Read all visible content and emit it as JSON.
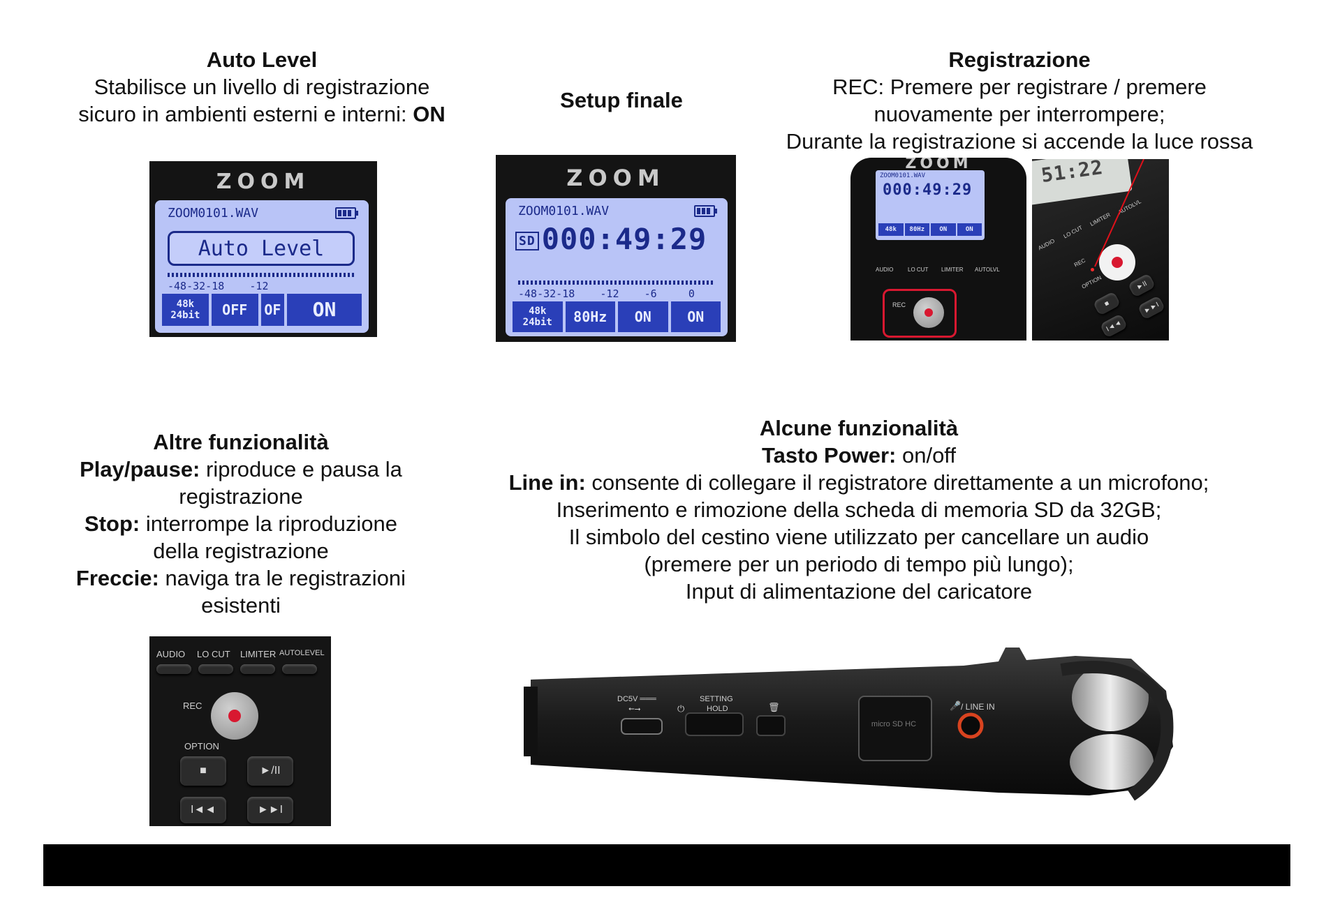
{
  "auto_level": {
    "title": "Auto Level",
    "line1": "Stabilisce un livello di registrazione",
    "line2_prefix": "sicuro in ambienti esterni e interni: ",
    "line2_bold": "ON"
  },
  "setup": {
    "title": "Setup finale"
  },
  "registrazione": {
    "title": "Registrazione",
    "line1": "REC: Premere per registrare / premere",
    "line2": "nuovamente per interrompere;",
    "line3": "Durante la registrazione si accende la luce rossa"
  },
  "altre": {
    "title": "Altre funzionalità",
    "play_label": "Play/pause:",
    "play_text": " riproduce e pausa la",
    "play_text2": "registrazione",
    "stop_label": "Stop:",
    "stop_text": " interrompe la riproduzione",
    "stop_text2": "della registrazione",
    "arrows_label": "Freccie:",
    "arrows_text": " naviga tra le registrazioni",
    "arrows_text2": "esistenti"
  },
  "alcune": {
    "title": "Alcune funzionalità",
    "power_label": "Tasto Power:",
    "power_text": " on/off",
    "linein_label": "Line in:",
    "linein_text": " consente di collegare il registratore direttamente a un microfono;",
    "line3": "Inserimento e rimozione della scheda di memoria SD da 32GB;",
    "line4": "Il simbolo del cestino viene utilizzato per cancellare un audio",
    "line5": "(premere per un periodo di tempo più lungo);",
    "line6": "Input di alimentazione del caricatore"
  },
  "lcd1": {
    "logo": "ZOOM",
    "file": "ZOOM0101.WAV",
    "popup": "Auto Level",
    "scale": "-48-32-18    -12",
    "tabs": [
      "48k 24bit",
      "OFF",
      "OF",
      "ON"
    ]
  },
  "lcd2": {
    "logo": "ZOOM",
    "file": "ZOOM0101.WAV",
    "sd": "SD",
    "time": "000:49:29",
    "scale": "-48-32-18    -12    -6     0",
    "tabs": [
      "48k 24bit",
      "80Hz",
      "ON",
      "ON"
    ]
  },
  "lcd3": {
    "logo": "ZOOM",
    "file": "ZOOM0101.WAV",
    "time": "000:49:29",
    "tabs": [
      "48k",
      "80Hz",
      "ON",
      "ON"
    ],
    "labels": [
      "AUDIO",
      "LO CUT",
      "LIMITER",
      "AUTOLVL"
    ],
    "rec": "REC"
  },
  "photo4": {
    "time": "51:22",
    "labels": [
      "AUDIO",
      "LO CUT",
      "LIMITER",
      "AUTOLVL"
    ],
    "rec": "REC",
    "option": "OPTION"
  },
  "photo5": {
    "labels": [
      "AUDIO",
      "LO CUT",
      "LIMITER",
      "AUTOLEVEL"
    ],
    "rec": "REC",
    "option": "OPTION",
    "stop": "■",
    "play": "►/II",
    "prev": "I◄◄",
    "next": "►►I"
  },
  "side": {
    "dc": "DC5V ═══",
    "usb": "⭠⭢",
    "setting": "SETTING",
    "hold": "HOLD",
    "micro": "micro SD HC",
    "linein": "/ LINE IN"
  },
  "colors": {
    "lcd_bg": "#b9c4f7",
    "lcd_ink": "#1b2a8a",
    "rec_red": "#d81830",
    "footer": "#000000"
  }
}
